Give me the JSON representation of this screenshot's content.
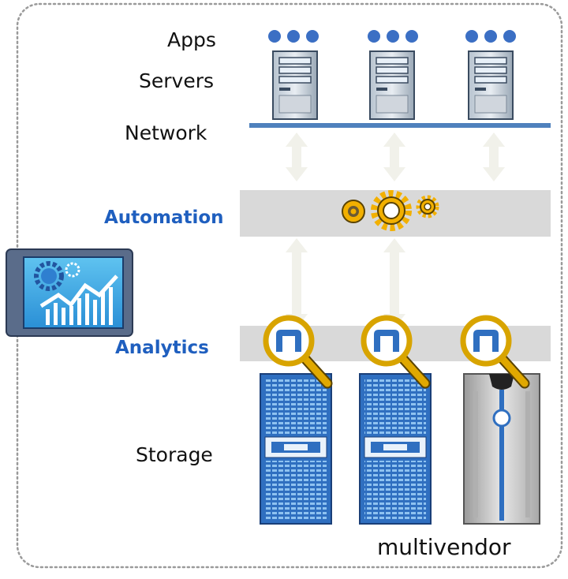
{
  "colors": {
    "border": "#9a9a9a",
    "band": "#d9d9d9",
    "network": "#4f81bd",
    "accent": "#1f5fbf",
    "arrow": "#f1f1ea",
    "dots": "#3b6fc4",
    "gear": "#f2b000",
    "storage_blue": "#2f6fc0",
    "storage_grey": "#c9c9c9"
  },
  "labels": {
    "apps": "Apps",
    "servers": "Servers",
    "network": "Network",
    "automation": "Automation",
    "analytics": "Analytics",
    "storage": "Storage",
    "multivendor": "multivendor"
  },
  "icons": {
    "app_dots": "app-dots-icon",
    "server": "server-tower-icon",
    "gears": "gears-icon",
    "magnifier": "magnifying-glass-icon",
    "storage_array": "storage-array-icon",
    "dashboard": "analytics-dashboard-icon"
  },
  "counts": {
    "server_columns": 3
  }
}
